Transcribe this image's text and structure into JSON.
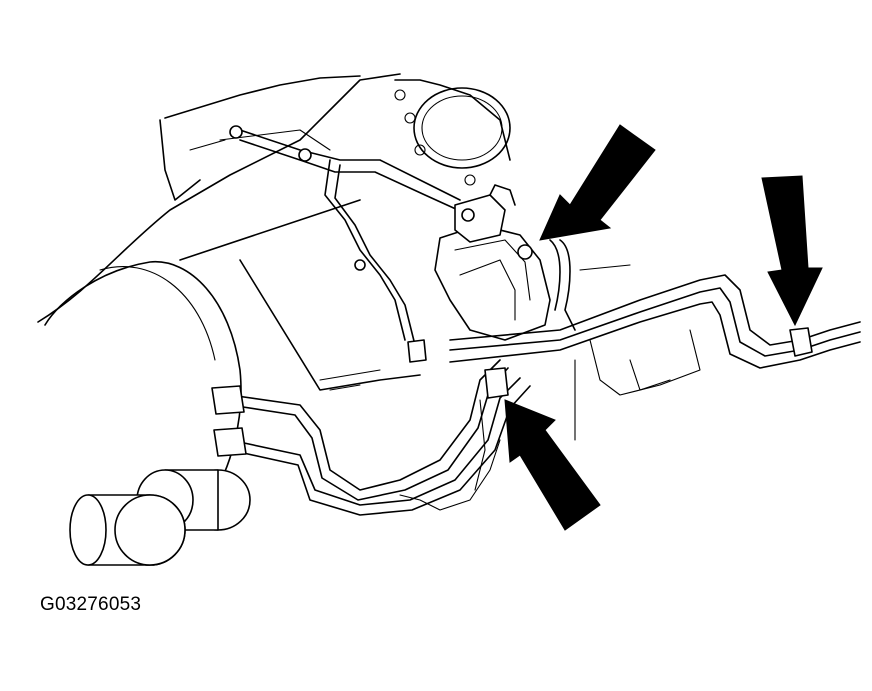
{
  "figure": {
    "id_label": "G03276053"
  },
  "colors": {
    "ink": "#000000",
    "paper": "#ffffff"
  },
  "callouts": [
    {
      "name": "upper-center-arrow",
      "direction": "down-left"
    },
    {
      "name": "right-arrow",
      "direction": "down"
    },
    {
      "name": "lower-center-arrow",
      "direction": "up-left"
    }
  ]
}
